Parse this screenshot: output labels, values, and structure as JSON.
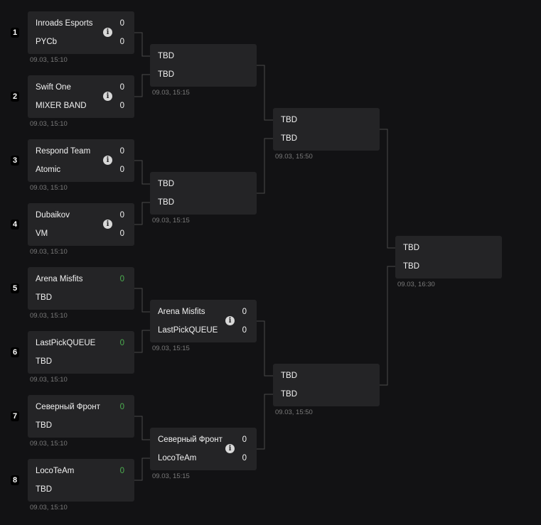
{
  "seeds": [
    "1",
    "2",
    "3",
    "4",
    "5",
    "6",
    "7",
    "8"
  ],
  "rounds": [
    {
      "matches": [
        {
          "teams": [
            {
              "name": "Inroads Esports",
              "score": "0"
            },
            {
              "name": "PYCb",
              "score": "0"
            }
          ],
          "info": true,
          "date": "09.03, 15:10"
        },
        {
          "teams": [
            {
              "name": "Swift One",
              "score": "0"
            },
            {
              "name": "MIXER BAND",
              "score": "0"
            }
          ],
          "info": true,
          "date": "09.03, 15:10"
        },
        {
          "teams": [
            {
              "name": "Respond Team",
              "score": "0"
            },
            {
              "name": "Atomic",
              "score": "0"
            }
          ],
          "info": true,
          "date": "09.03, 15:10"
        },
        {
          "teams": [
            {
              "name": "Dubaikov",
              "score": "0"
            },
            {
              "name": "VM",
              "score": "0"
            }
          ],
          "info": true,
          "date": "09.03, 15:10"
        },
        {
          "teams": [
            {
              "name": "Arena Misfits",
              "score": "0",
              "winner": true
            },
            {
              "name": "TBD"
            }
          ],
          "info": false,
          "date": "09.03, 15:10"
        },
        {
          "teams": [
            {
              "name": "LastPickQUEUE",
              "score": "0",
              "winner": true
            },
            {
              "name": "TBD"
            }
          ],
          "info": false,
          "date": "09.03, 15:10"
        },
        {
          "teams": [
            {
              "name": "Северный Фронт",
              "score": "0",
              "winner": true
            },
            {
              "name": "TBD"
            }
          ],
          "info": false,
          "date": "09.03, 15:10"
        },
        {
          "teams": [
            {
              "name": "LocoTeAm",
              "score": "0",
              "winner": true
            },
            {
              "name": "TBD"
            }
          ],
          "info": false,
          "date": "09.03, 15:10"
        }
      ]
    },
    {
      "matches": [
        {
          "teams": [
            {
              "name": "TBD"
            },
            {
              "name": "TBD"
            }
          ],
          "info": false,
          "date": "09.03, 15:15"
        },
        {
          "teams": [
            {
              "name": "TBD"
            },
            {
              "name": "TBD"
            }
          ],
          "info": false,
          "date": "09.03, 15:15"
        },
        {
          "teams": [
            {
              "name": "Arena Misfits",
              "score": "0"
            },
            {
              "name": "LastPickQUEUE",
              "score": "0"
            }
          ],
          "info": true,
          "date": "09.03, 15:15"
        },
        {
          "teams": [
            {
              "name": "Северный Фронт",
              "score": "0"
            },
            {
              "name": "LocoTeAm",
              "score": "0"
            }
          ],
          "info": true,
          "date": "09.03, 15:15"
        }
      ]
    },
    {
      "matches": [
        {
          "teams": [
            {
              "name": "TBD"
            },
            {
              "name": "TBD"
            }
          ],
          "info": false,
          "date": "09.03, 15:50"
        },
        {
          "teams": [
            {
              "name": "TBD"
            },
            {
              "name": "TBD"
            }
          ],
          "info": false,
          "date": "09.03, 15:50"
        }
      ]
    },
    {
      "matches": [
        {
          "teams": [
            {
              "name": "TBD"
            },
            {
              "name": "TBD"
            }
          ],
          "info": false,
          "date": "09.03, 16:30"
        }
      ]
    }
  ],
  "colors": {
    "background": "#121214",
    "card": "#242426",
    "winner": "#4caf50",
    "line": "#4a4a4a"
  }
}
